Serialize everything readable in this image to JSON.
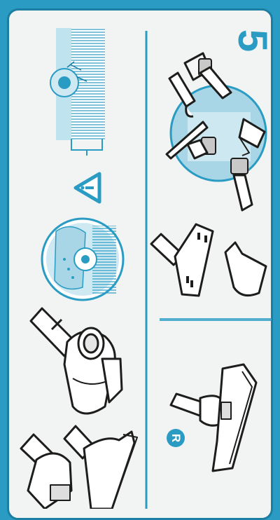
{
  "page": {
    "step_number": "5",
    "badge_letter": "R",
    "colors": {
      "accent": "#2a9cc4",
      "accent_dark": "#1b7ea2",
      "panel": "#f2f3f3",
      "line": "#1d1d1b"
    },
    "icons": {
      "warning": "warning-triangle-icon",
      "brush_roll": "brush-roll-illustration",
      "attachments": "attachment-tools-illustration"
    }
  }
}
